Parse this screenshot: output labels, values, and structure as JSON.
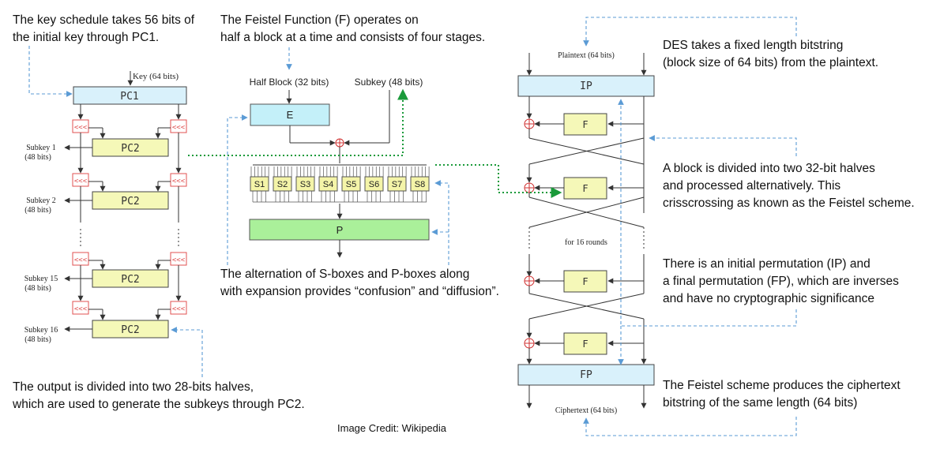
{
  "annotations": {
    "key_schedule": "The key schedule takes 56 bits of\nthe initial key through PC1.",
    "feistel_function": "The Feistel Function (F) operates on\nhalf a block at a time and consists of four stages.",
    "des_input": "DES takes a fixed length bitstring\n(block size of 64 bits) from the plaintext.",
    "halves": "A block is divided into two 32-bit halves\nand processed alternatively. This\ncrisscrossing as known as the Feistel scheme.",
    "permutation": "There is an initial permutation (IP) and\na final permutation (FP), which are inverses\nand have no cryptographic significance",
    "sbox_pbox": "The alternation of S-boxes and P-boxes along\nwith expansion provides “confusion” and “diffusion”.",
    "output_split": "The output is divided into two 28-bits halves,\nwhich are used to generate the subkeys through PC2.",
    "ciphertext": "The Feistel scheme produces the ciphertext\nbitstring of the same length (64 bits)",
    "credit": "Image Credit: Wikipedia"
  },
  "key_schedule": {
    "key_label": "Key (64 bits)",
    "pc1": "PC1",
    "shift": "<<<",
    "pc2": "PC2",
    "subkeys": [
      {
        "name": "Subkey 1",
        "bits": "(48 bits)"
      },
      {
        "name": "Subkey 2",
        "bits": "(48 bits)"
      },
      {
        "name": "Subkey 15",
        "bits": "(48 bits)"
      },
      {
        "name": "Subkey 16",
        "bits": "(48 bits)"
      }
    ]
  },
  "feistel_function": {
    "half_block": "Half Block (32 bits)",
    "subkey": "Subkey (48 bits)",
    "expansion": "E",
    "sboxes": [
      "S1",
      "S2",
      "S3",
      "S4",
      "S5",
      "S6",
      "S7",
      "S8"
    ],
    "permutation": "P"
  },
  "feistel_network": {
    "plaintext": "Plaintext (64 bits)",
    "ip": "IP",
    "f": "F",
    "rounds": "for 16 rounds",
    "fp": "FP",
    "ciphertext": "Ciphertext (64 bits)"
  },
  "colors": {
    "perm_box": "#d9f1fb",
    "pc2_box": "#f5f8b8",
    "e_box": "#c4f0f9",
    "p_box": "#aaf09a",
    "sbox": "#f4f4a8",
    "shift_border": "#e05050",
    "callout_line": "#5b9bd5",
    "green_line": "#1a9a3a",
    "xor": "#d03030"
  }
}
